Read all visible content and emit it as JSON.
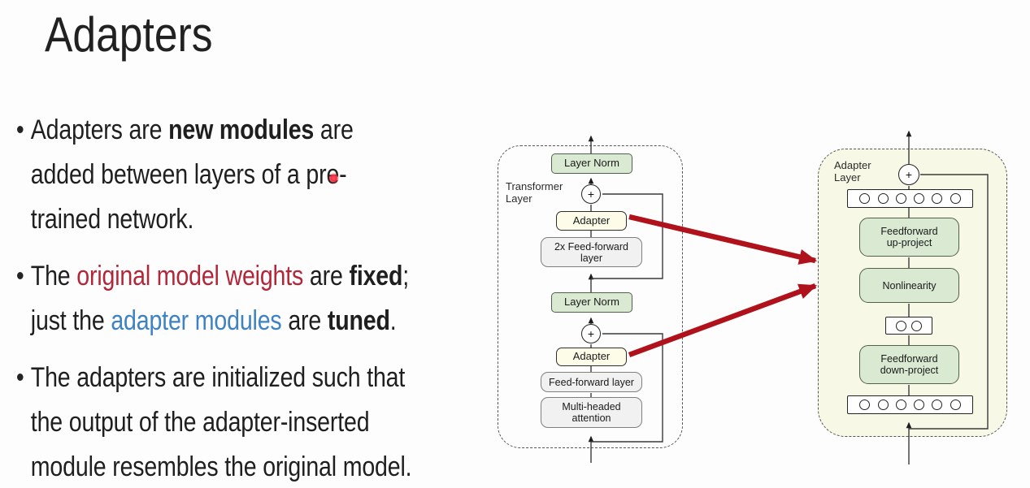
{
  "content": {
    "title": "Adapters",
    "bullet1": {
      "seg1": "Adapters are ",
      "seg2_bold": "new modules",
      "seg3": " are",
      "line2": "added between layers of a pre-",
      "line3": "trained network."
    },
    "bullet2": {
      "seg1": "The ",
      "seg2_red": "original model weights",
      "seg3": " are ",
      "seg4_bold": "fixed",
      "seg5": ";",
      "l2seg1": "just the ",
      "l2seg2_blue": "adapter modules",
      "l2seg3": " are ",
      "l2seg4_bold": "tuned",
      "l2seg5": "."
    },
    "bullet3": {
      "line1": "The adapters are initialized such that",
      "line2": "the output of the adapter-inserted",
      "line3": "module resembles the original model."
    }
  },
  "transformer_diagram": {
    "label": {
      "line1": "Transformer",
      "line2": "Layer"
    },
    "layer_norm_top": "Layer Norm",
    "add_symbol": "+",
    "adapter_top": "Adapter",
    "feed_forward_2x": {
      "line1": "2x Feed-forward",
      "line2": "layer"
    },
    "layer_norm_bottom": "Layer Norm",
    "adapter_bottom": "Adapter",
    "feed_forward": "Feed-forward layer",
    "multi_headed_attention": {
      "line1": "Multi-headed",
      "line2": "attention"
    }
  },
  "adapter_diagram": {
    "label": {
      "line1": "Adapter",
      "line2": "Layer"
    },
    "add_symbol": "+",
    "feedforward_up": {
      "line1": "Feedforward",
      "line2": "up-project"
    },
    "nonlinearity": "Nonlinearity",
    "feedforward_down": {
      "line1": "Feedforward",
      "line2": "down-project"
    },
    "feature_row_wide_count": 6,
    "feature_row_narrow_count": 2
  },
  "colors": {
    "text_red": "#b32638",
    "text_blue": "#3e82c4",
    "arrow_red": "#b0121c",
    "green_fill": "#d9e9d2",
    "yellow_fill": "#fcfce8",
    "gray_fill": "#f1f1f1",
    "panel_fill": "#f8f8e6",
    "laser_dot": "#f0303f"
  }
}
